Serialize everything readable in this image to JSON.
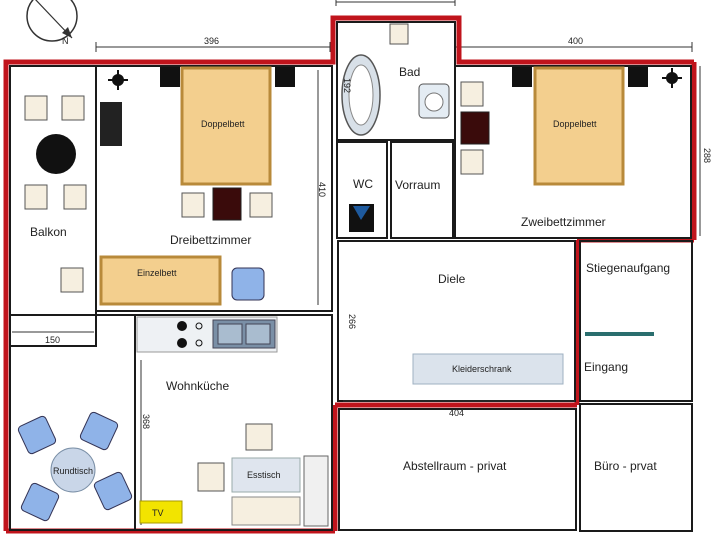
{
  "compass": {
    "north_label": "N"
  },
  "dimensions": {
    "top_left_width": "396",
    "top_right_width": "400",
    "bad_width": "192",
    "right_height": "288",
    "dreibett_height": "410",
    "balkon_width": "150",
    "diele_height": "266",
    "wohnkueche_height": "368",
    "storage_width": "404"
  },
  "rooms": {
    "bad": "Bad",
    "wc": "WC",
    "vorraum": "Vorraum",
    "balkon": "Balkon",
    "dreibettzimmer": "Dreibettzimmer",
    "zweibettzimmer": "Zweibettzimmer",
    "diele": "Diele",
    "stiegenaufgang": "Stiegenaufgang",
    "eingang": "Eingang",
    "wohnkueche": "Wohnküche",
    "abstellraum": "Abstellraum - privat",
    "buero": "Büro - prvat"
  },
  "furniture": {
    "doppelbett_left": "Doppelbett",
    "doppelbett_right": "Doppelbett",
    "einzelbett": "Einzelbett",
    "kleiderschrank": "Kleiderschrank",
    "rundtisch": "Rundtisch",
    "esstisch": "Esstisch",
    "tv": "TV"
  },
  "colors": {
    "outer_wall": "#c0141c",
    "inner_wall": "#1a1a1a",
    "bed_fill": "#f3cf8e",
    "bed_border": "#b88a3a",
    "chair_blue": "#8fb3e8",
    "tv_fill": "#f2e400"
  }
}
